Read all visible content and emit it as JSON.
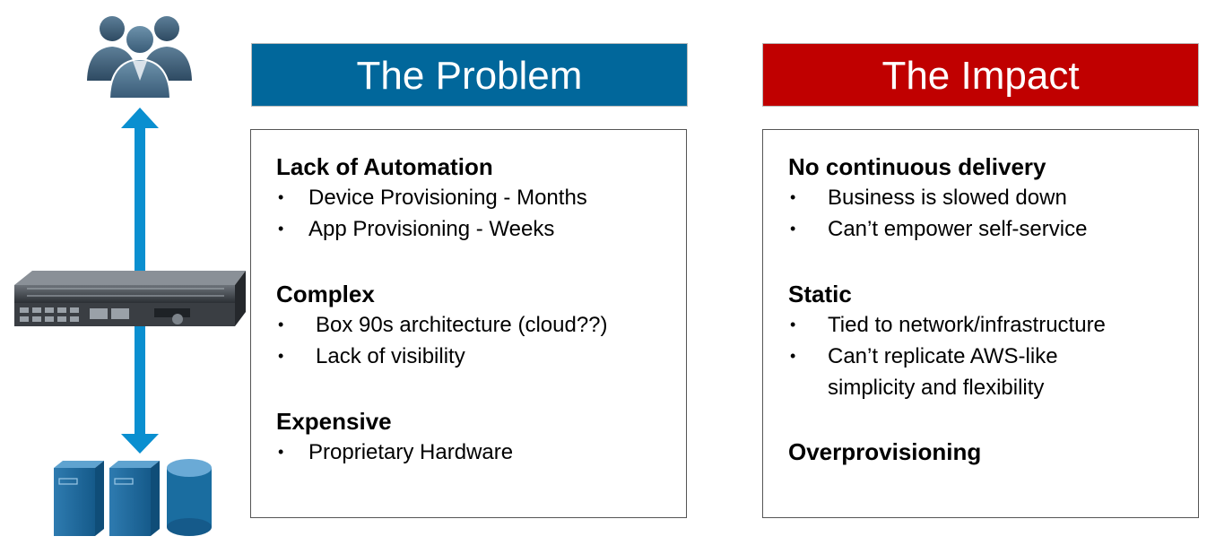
{
  "problem": {
    "title": "The Problem",
    "sections": [
      {
        "heading": "Lack of Automation",
        "items": [
          "Device Provisioning - Months",
          "App Provisioning - Weeks"
        ]
      },
      {
        "heading": "Complex",
        "items": [
          "Box 90s architecture (cloud??)",
          "Lack of visibility"
        ]
      },
      {
        "heading": "Expensive",
        "items": [
          "Proprietary Hardware"
        ]
      }
    ]
  },
  "impact": {
    "title": "The Impact",
    "sections": [
      {
        "heading": "No continuous delivery",
        "items": [
          "Business is slowed down",
          "Can’t empower self-service"
        ]
      },
      {
        "heading": "Static",
        "items": [
          "Tied to network/infrastructure",
          "Can’t replicate AWS-like",
          "simplicity and flexibility"
        ]
      },
      {
        "heading": "Overprovisioning",
        "items": []
      }
    ]
  },
  "colors": {
    "problem_banner": "#01679b",
    "impact_banner": "#c00000",
    "arrow": "#0a8fd0",
    "icon_blue": "#1a6da0"
  },
  "icons": {
    "top": "users-group-icon",
    "middle": "network-appliance-icon",
    "bottom": "servers-database-icon",
    "arrow": "double-arrow-vertical-icon"
  },
  "bullet_char": "•"
}
